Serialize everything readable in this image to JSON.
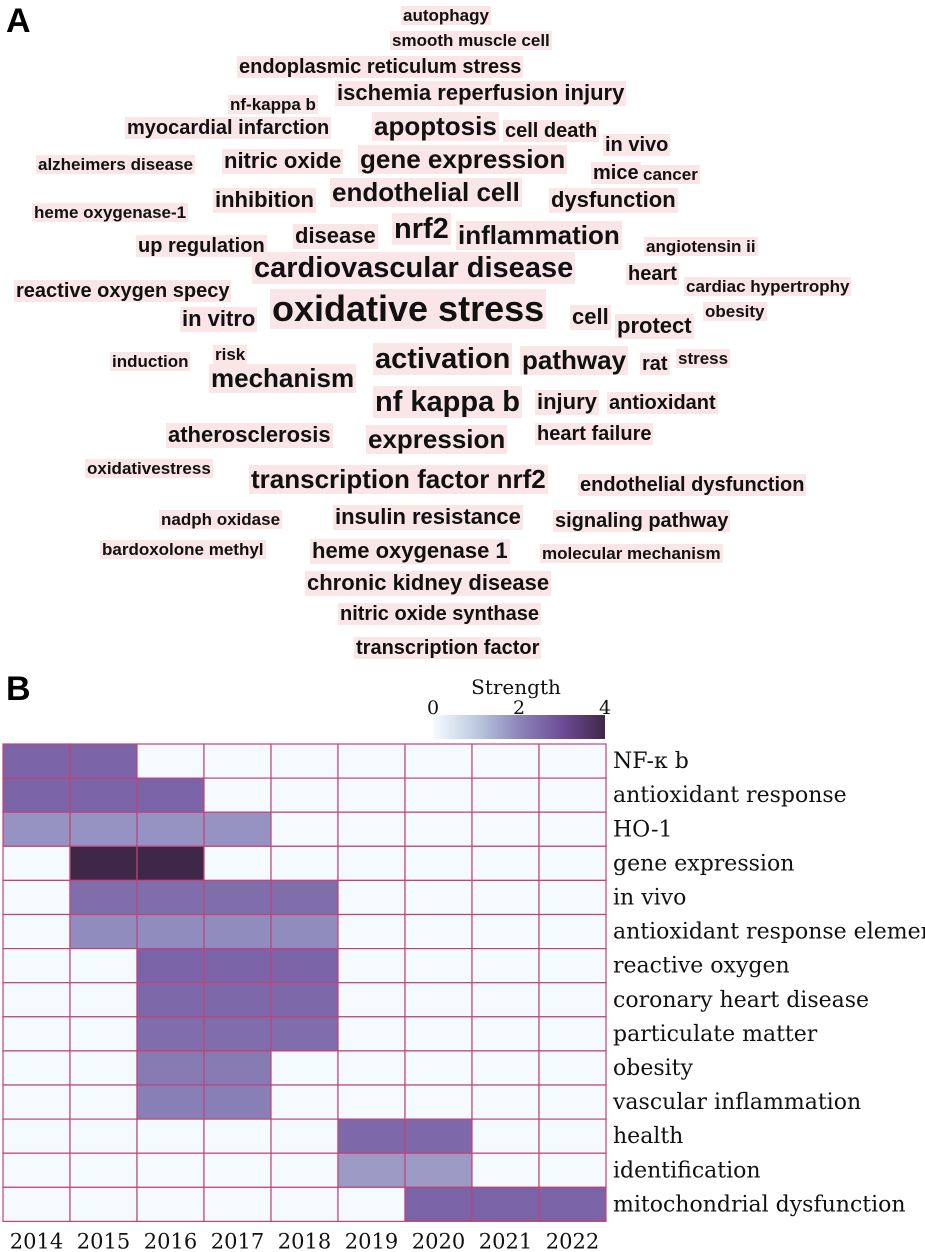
{
  "panel_labels": {
    "a": "A",
    "b": "B"
  },
  "word_cloud": [
    {
      "text": "autophagy",
      "weight": 1
    },
    {
      "text": "smooth muscle cell",
      "weight": 1
    },
    {
      "text": "endoplasmic reticulum stress",
      "weight": 2
    },
    {
      "text": "nf-kappa b",
      "weight": 1
    },
    {
      "text": "ischemia reperfusion injury",
      "weight": 3
    },
    {
      "text": "myocardial infarction",
      "weight": 2
    },
    {
      "text": "apoptosis",
      "weight": 4
    },
    {
      "text": "cell death",
      "weight": 2
    },
    {
      "text": "in vivo",
      "weight": 2
    },
    {
      "text": "alzheimers disease",
      "weight": 1
    },
    {
      "text": "nitric oxide",
      "weight": 3
    },
    {
      "text": "gene expression",
      "weight": 4
    },
    {
      "text": "mice",
      "weight": 2
    },
    {
      "text": "cancer",
      "weight": 1
    },
    {
      "text": "heme oxygenase-1",
      "weight": 1
    },
    {
      "text": "inhibition",
      "weight": 3
    },
    {
      "text": "endothelial cell",
      "weight": 4
    },
    {
      "text": "dysfunction",
      "weight": 3
    },
    {
      "text": "up regulation",
      "weight": 2
    },
    {
      "text": "disease",
      "weight": 3
    },
    {
      "text": "nrf2",
      "weight": 5
    },
    {
      "text": "inflammation",
      "weight": 4
    },
    {
      "text": "angiotensin ii",
      "weight": 1
    },
    {
      "text": "cardiovascular disease",
      "weight": 5
    },
    {
      "text": "heart",
      "weight": 2
    },
    {
      "text": "reactive oxygen specy",
      "weight": 2
    },
    {
      "text": "cardiac hypertrophy",
      "weight": 1
    },
    {
      "text": "in vitro",
      "weight": 3
    },
    {
      "text": "oxidative stress",
      "weight": 6
    },
    {
      "text": "cell",
      "weight": 3
    },
    {
      "text": "protect",
      "weight": 3
    },
    {
      "text": "obesity",
      "weight": 1
    },
    {
      "text": "induction",
      "weight": 1
    },
    {
      "text": "risk",
      "weight": 1
    },
    {
      "text": "mechanism",
      "weight": 4
    },
    {
      "text": "activation",
      "weight": 5
    },
    {
      "text": "pathway",
      "weight": 4
    },
    {
      "text": "rat",
      "weight": 2
    },
    {
      "text": "stress",
      "weight": 1
    },
    {
      "text": "nf kappa b",
      "weight": 5
    },
    {
      "text": "injury",
      "weight": 3
    },
    {
      "text": "antioxidant",
      "weight": 2
    },
    {
      "text": "atherosclerosis",
      "weight": 3
    },
    {
      "text": "expression",
      "weight": 4
    },
    {
      "text": "heart failure",
      "weight": 2
    },
    {
      "text": "oxidativestress",
      "weight": 1
    },
    {
      "text": "transcription factor nrf2",
      "weight": 4
    },
    {
      "text": "endothelial dysfunction",
      "weight": 2
    },
    {
      "text": "nadph oxidase",
      "weight": 1
    },
    {
      "text": "insulin resistance",
      "weight": 3
    },
    {
      "text": "signaling pathway",
      "weight": 2
    },
    {
      "text": "bardoxolone methyl",
      "weight": 1
    },
    {
      "text": "heme oxygenase 1",
      "weight": 3
    },
    {
      "text": "molecular mechanism",
      "weight": 1
    },
    {
      "text": "chronic kidney disease",
      "weight": 3
    },
    {
      "text": "nitric oxide synthase",
      "weight": 2
    },
    {
      "text": "transcription factor",
      "weight": 2
    }
  ],
  "colors": {
    "wordcloud_bg": "#fae6e6",
    "grid_line": "#c2427a",
    "empty_cell": "#f5fafd",
    "scale": [
      "#f7fbff",
      "#bccbe0",
      "#8c85ba",
      "#6e4c98",
      "#3f2847"
    ]
  },
  "chart_data": {
    "type": "heatmap",
    "title": "",
    "legend": {
      "title": "Strength",
      "ticks": [
        0,
        2,
        4
      ],
      "range": [
        0,
        4
      ],
      "placement": "top-right"
    },
    "years": [
      "2014",
      "2015",
      "2016",
      "2017",
      "2018",
      "2019",
      "2020",
      "2021",
      "2022"
    ],
    "keywords": [
      {
        "name": "NF-κ b",
        "values": [
          2.6,
          2.6,
          0,
          0,
          0,
          0,
          0,
          0,
          0
        ]
      },
      {
        "name": "antioxidant response",
        "values": [
          2.6,
          2.6,
          2.6,
          0,
          0,
          0,
          0,
          0,
          0
        ]
      },
      {
        "name": "HO-1",
        "values": [
          1.8,
          1.8,
          1.8,
          1.8,
          0,
          0,
          0,
          0,
          0
        ]
      },
      {
        "name": "gene expression",
        "values": [
          0,
          4.0,
          4.0,
          0,
          0,
          0,
          0,
          0,
          0
        ]
      },
      {
        "name": "in vivo",
        "values": [
          0,
          2.4,
          2.4,
          2.4,
          2.4,
          0,
          0,
          0,
          0
        ]
      },
      {
        "name": "antioxidant response element",
        "values": [
          0,
          1.9,
          1.9,
          1.9,
          1.9,
          0,
          0,
          0,
          0
        ]
      },
      {
        "name": "reactive oxygen",
        "values": [
          0,
          0,
          2.6,
          2.6,
          2.6,
          0,
          0,
          0,
          0
        ]
      },
      {
        "name": "coronary heart disease",
        "values": [
          0,
          0,
          2.5,
          2.5,
          2.5,
          0,
          0,
          0,
          0
        ]
      },
      {
        "name": "particulate matter",
        "values": [
          0,
          0,
          2.4,
          2.4,
          2.4,
          0,
          0,
          0,
          0
        ]
      },
      {
        "name": "obesity",
        "values": [
          0,
          0,
          2.2,
          2.2,
          0,
          0,
          0,
          0,
          0
        ]
      },
      {
        "name": "vascular inflammation",
        "values": [
          0,
          0,
          2.1,
          2.1,
          0,
          0,
          0,
          0,
          0
        ]
      },
      {
        "name": "health",
        "values": [
          0,
          0,
          0,
          0,
          0,
          2.5,
          2.5,
          0,
          0
        ]
      },
      {
        "name": "identification",
        "values": [
          0,
          0,
          0,
          0,
          0,
          1.7,
          1.7,
          0,
          0
        ]
      },
      {
        "name": "mitochondrial dysfunction",
        "values": [
          0,
          0,
          0,
          0,
          0,
          0,
          2.6,
          2.6,
          2.6
        ]
      }
    ]
  }
}
